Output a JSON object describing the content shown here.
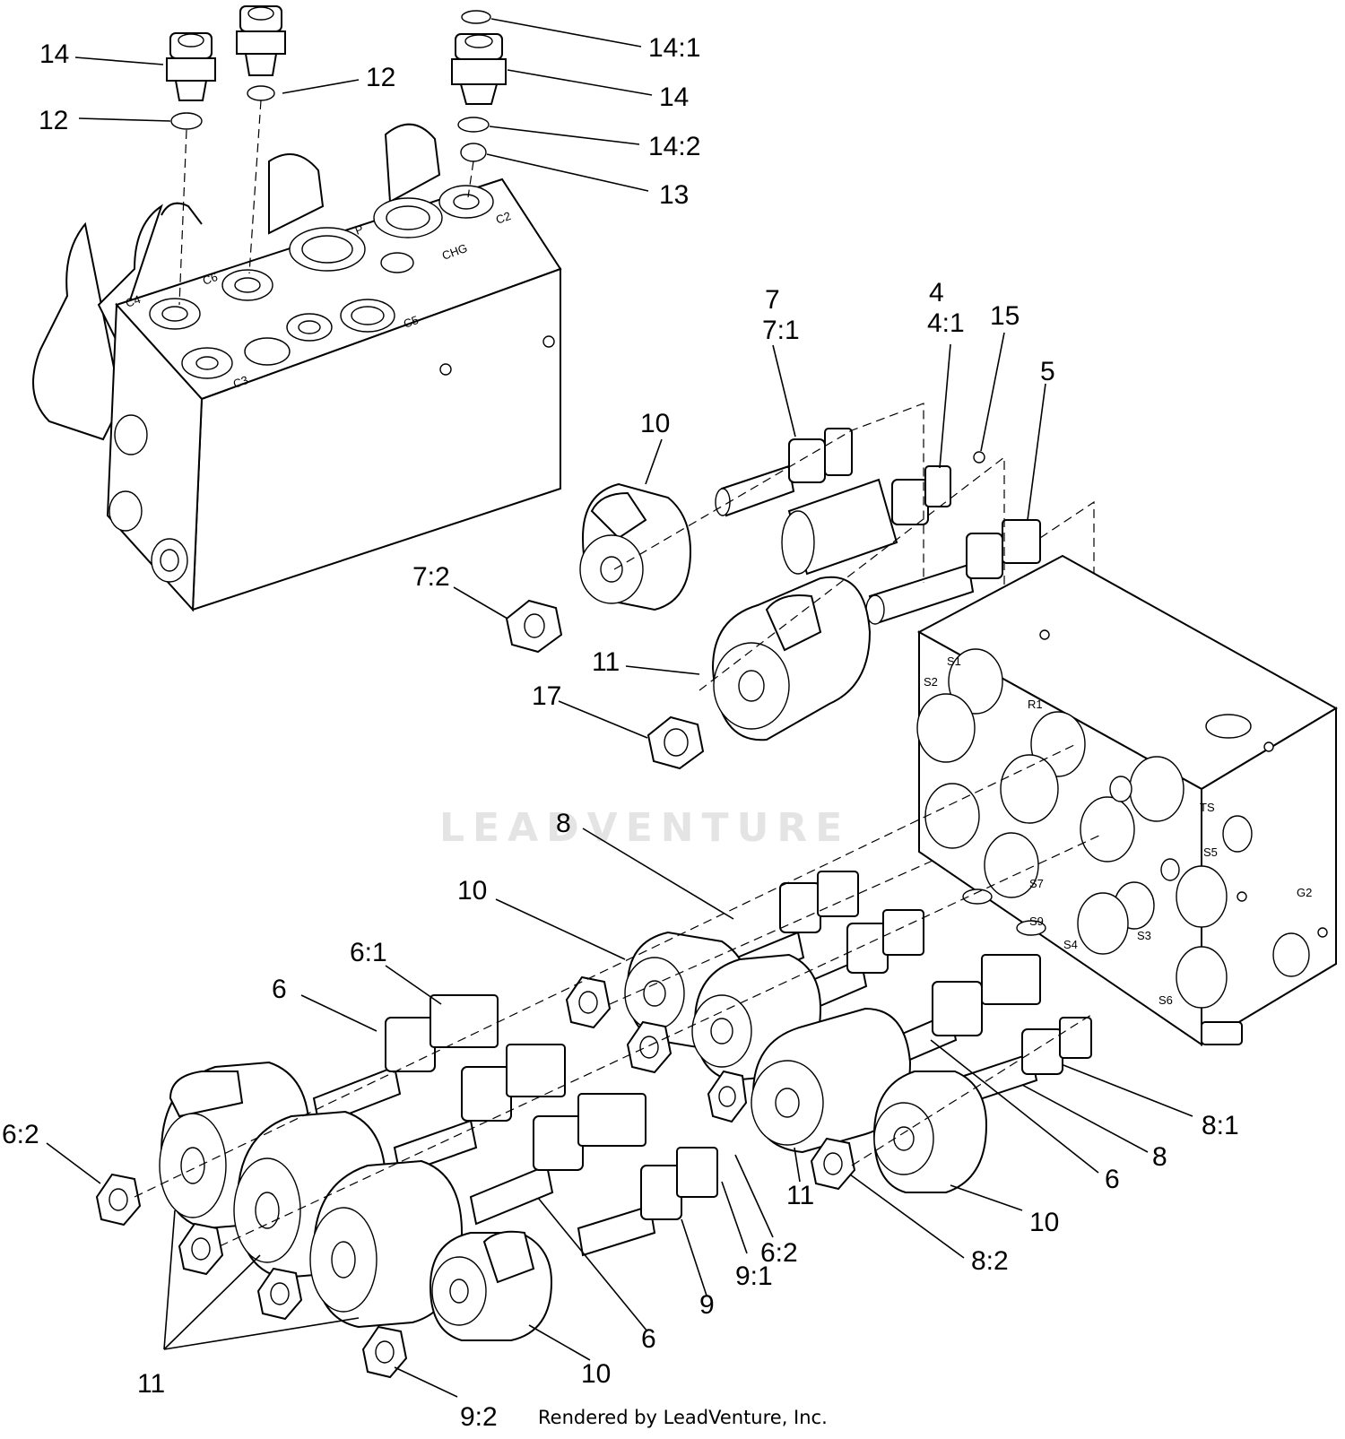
{
  "diagram": {
    "callouts": {
      "c14a": "14",
      "c12a": "12",
      "c12b": "12",
      "c14_1": "14:1",
      "c14b": "14",
      "c14_2": "14:2",
      "c13": "13",
      "c7": "7",
      "c7_1": "7:1",
      "c4": "4",
      "c4_1": "4:1",
      "c15": "15",
      "c5": "5",
      "c10a": "10",
      "c7_2": "7:2",
      "c11a": "11",
      "c17": "17",
      "c8a": "8",
      "c10b": "10",
      "c6_1": "6:1",
      "c6a": "6",
      "c6_2a": "6:2",
      "c8_1": "8:1",
      "c8b": "8",
      "c6b": "6",
      "c11b": "11",
      "c10c": "10",
      "c6_2b": "6:2",
      "c8_2": "8:2",
      "c9_1": "9:1",
      "c9": "9",
      "c6c": "6",
      "c10d": "10",
      "c11c": "11",
      "c9_2": "9:2"
    },
    "port_labels": {
      "p_c4": "C4",
      "p_c6": "C6",
      "p_c3": "C3",
      "p_c5": "C5",
      "p_p": "P",
      "p_chg": "CHG",
      "p_c2": "C2",
      "p_s1": "S1",
      "p_s2": "S2",
      "p_r1": "R1",
      "p_ts": "TS",
      "p_s5": "S5",
      "p_s7": "S7",
      "p_s9": "S9",
      "p_s3": "S3",
      "p_s4": "S4",
      "p_g2": "G2",
      "p_s6": "S6"
    },
    "watermark": "LEADVENTURE",
    "credit": "Rendered by LeadVenture, Inc."
  }
}
